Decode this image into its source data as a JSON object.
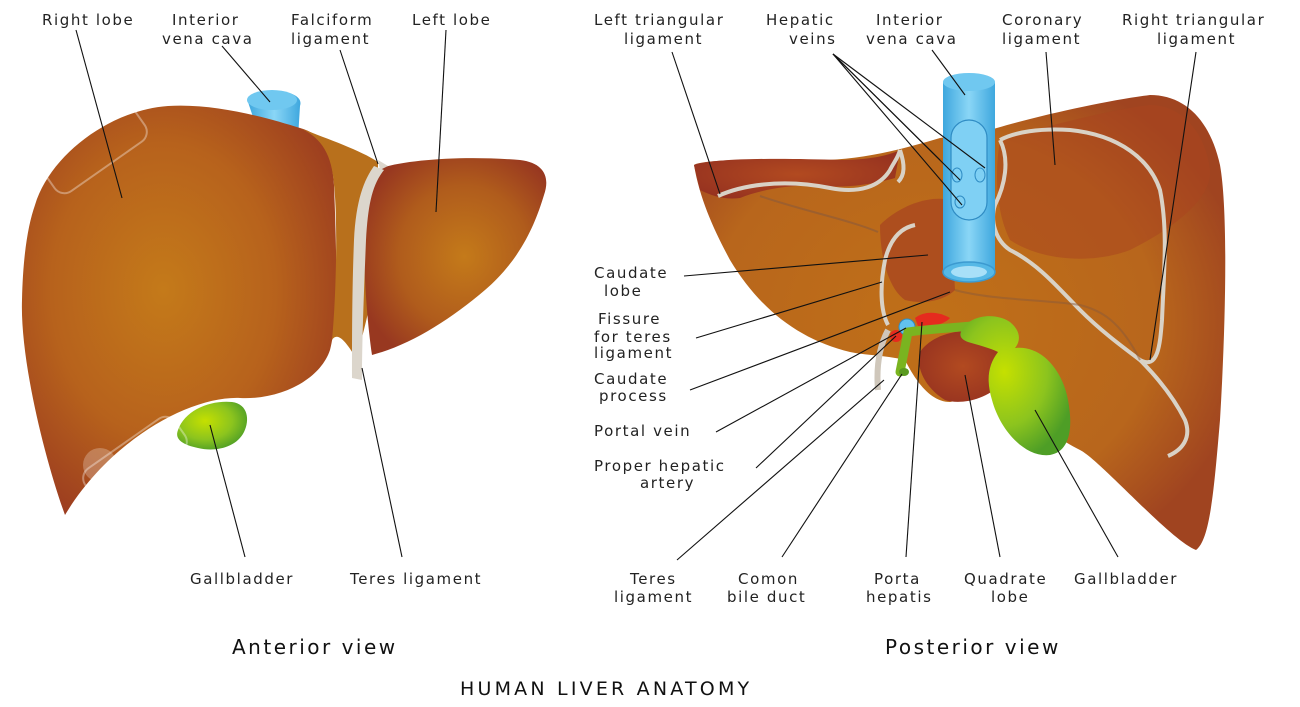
{
  "title": "HUMAN LIVER ANATOMY",
  "anterior": {
    "view_label": "Anterior view",
    "labels": {
      "right_lobe": "Right lobe",
      "ivc_1": "Interior",
      "ivc_2": "vena cava",
      "falciform_1": "Falciform",
      "falciform_2": "ligament",
      "left_lobe": "Left lobe",
      "gallbladder": "Gallbladder",
      "teres": "Teres ligament"
    }
  },
  "posterior": {
    "view_label": "Posterior view",
    "labels": {
      "left_tri_1": "Left triangular",
      "left_tri_2": "ligament",
      "hepatic_1": "Hepatic",
      "hepatic_2": "veins",
      "ivc_1": "Interior",
      "ivc_2": "vena cava",
      "coronary_1": "Coronary",
      "coronary_2": "ligament",
      "right_tri_1": "Right triangular",
      "right_tri_2": "ligament",
      "caudate_lobe_1": "Caudate",
      "caudate_lobe_2": "lobe",
      "fissure_1": "Fissure",
      "fissure_2": "for teres",
      "fissure_3": "ligament",
      "caudate_proc_1": "Caudate",
      "caudate_proc_2": "process",
      "portal_vein": "Portal vein",
      "proper_hep_1": "Proper hepatic",
      "proper_hep_2": "artery",
      "teres_1": "Teres",
      "teres_2": "ligament",
      "bile_1": "Comon",
      "bile_2": "bile duct",
      "porta_1": "Porta",
      "porta_2": "hepatis",
      "quadrate_1": "Quadrate",
      "quadrate_2": "lobe",
      "gallbladder": "Gallbladder"
    }
  },
  "colors": {
    "liver_light": "#c2741a",
    "liver_mid": "#b25a1c",
    "liver_dark": "#9c3a20",
    "ligament": "#d9d2c6",
    "vessel_blue": "#62c2ee",
    "gallbladder_green": "#8cc41e",
    "artery_red": "#e52b1e"
  }
}
